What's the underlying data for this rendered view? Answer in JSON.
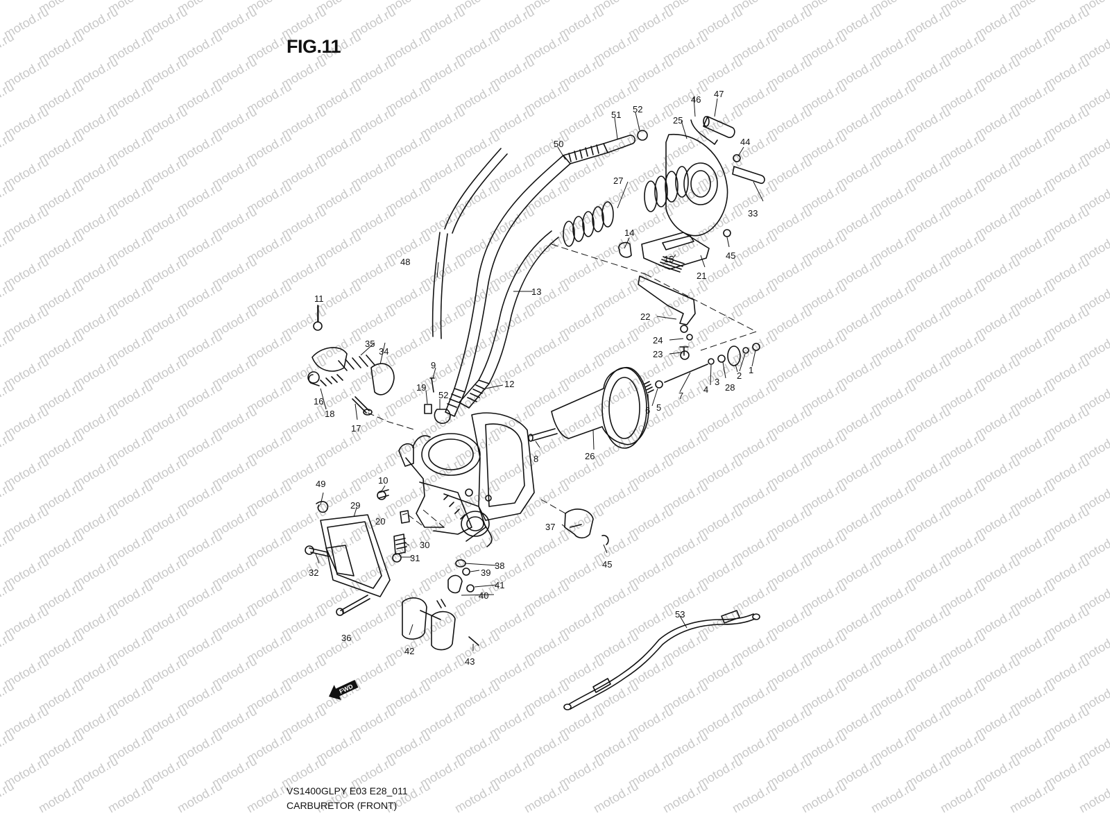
{
  "figure": {
    "title": "FIG.11",
    "model_code": "VS1400GLPY E03 E28_011",
    "section_name": "CARBURETOR (FRONT)",
    "watermark_text": "motod.ru",
    "direction_badge": "FWD"
  },
  "callouts": [
    "1",
    "2",
    "3",
    "4",
    "5",
    "6",
    "7",
    "8",
    "9",
    "10",
    "11",
    "12",
    "13",
    "14",
    "15",
    "16",
    "17",
    "18",
    "19",
    "20",
    "21",
    "22",
    "23",
    "24",
    "25",
    "26",
    "27",
    "28",
    "29",
    "30",
    "31",
    "32",
    "33",
    "36",
    "37",
    "38",
    "39",
    "40",
    "41",
    "42",
    "43",
    "44",
    "45",
    "45",
    "46",
    "47",
    "48",
    "49",
    "50",
    "51",
    "52",
    "52",
    "53",
    "34",
    "35"
  ],
  "colors": {
    "line": "#111111",
    "watermark": "#c8c8c8",
    "background": "#ffffff"
  }
}
